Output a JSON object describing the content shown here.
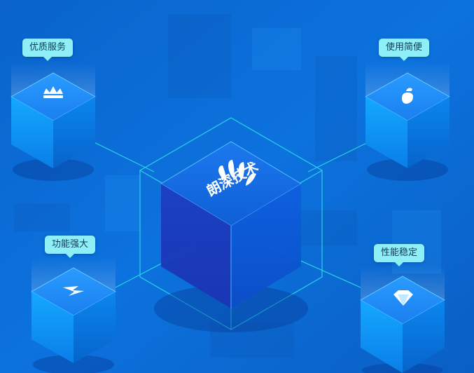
{
  "brand": {
    "name": "朗深技术"
  },
  "features": [
    {
      "label": "优质服务",
      "icon": "crown-icon"
    },
    {
      "label": "使用简便",
      "icon": "hand-pointer-icon"
    },
    {
      "label": "功能强大",
      "icon": "lightning-icon"
    },
    {
      "label": "性能稳定",
      "icon": "diamond-icon"
    }
  ],
  "colors": {
    "background": "#0b6cd6",
    "tag_background": "#8ef0f6",
    "frame_line": "#27d3e6"
  }
}
